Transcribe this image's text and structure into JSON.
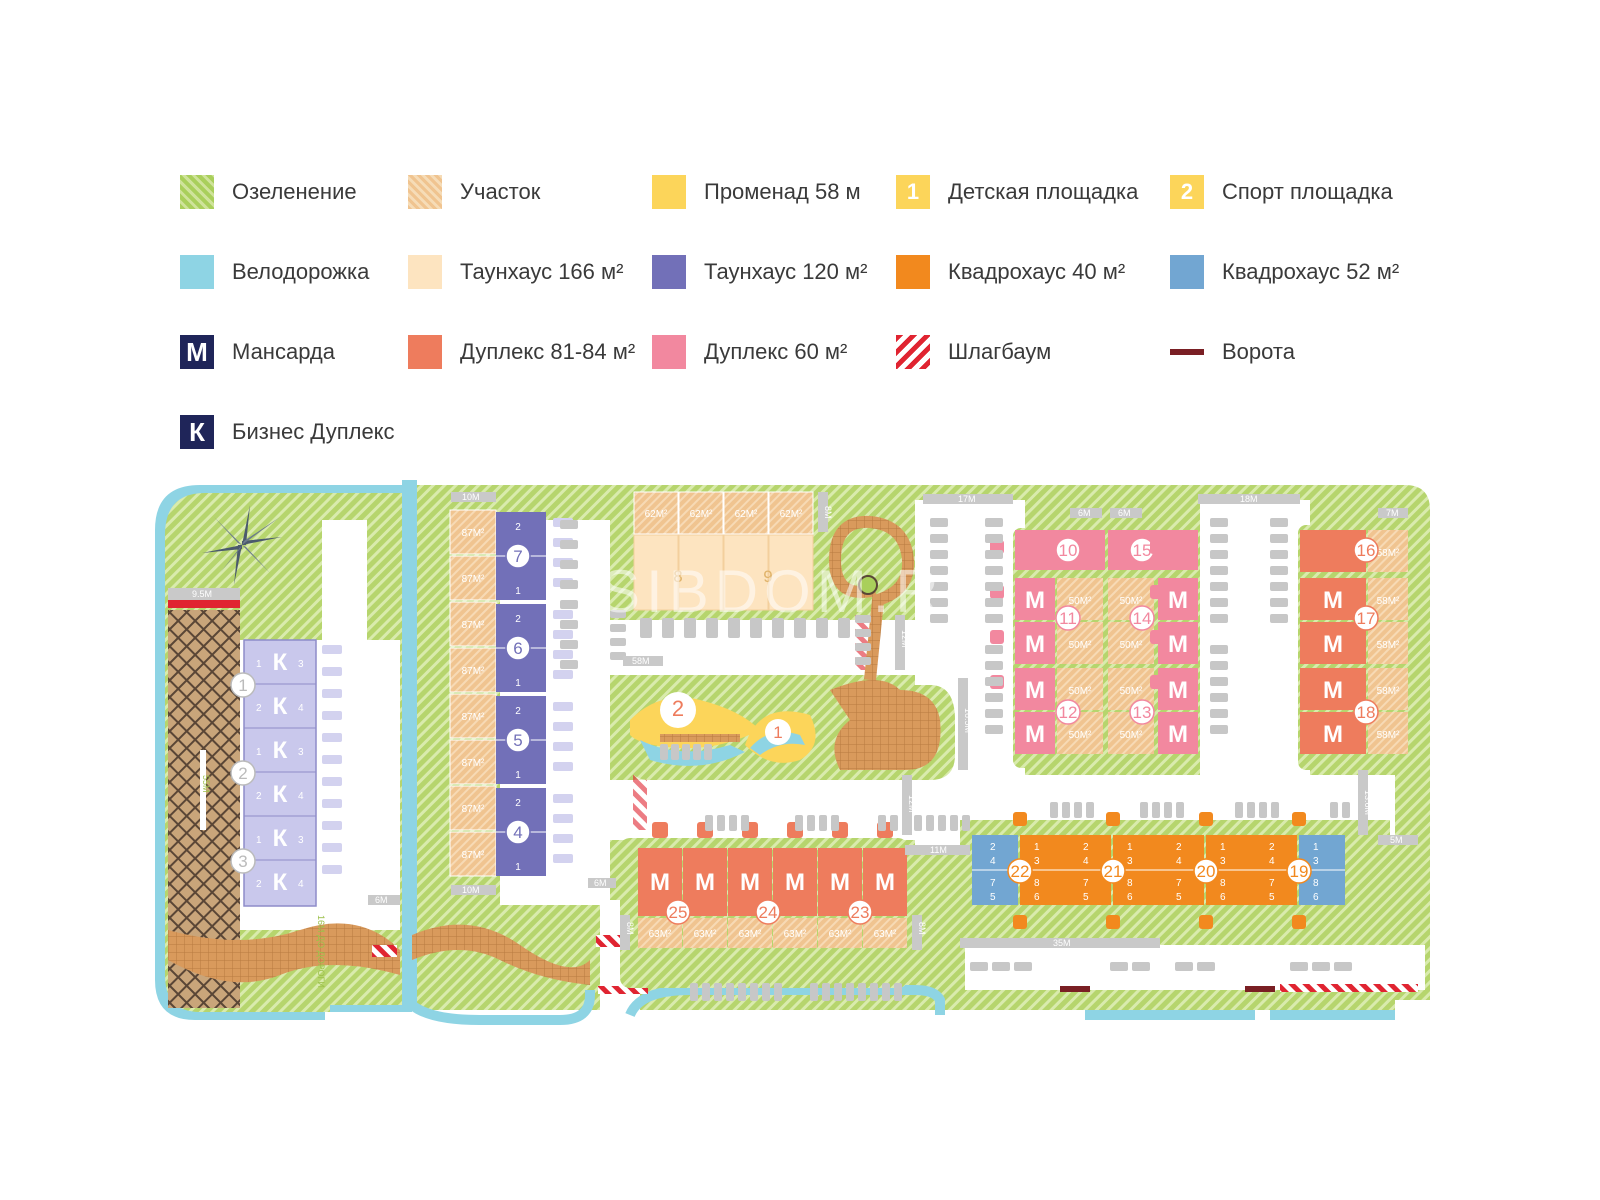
{
  "legend": [
    {
      "label": "Озеленение",
      "swatch": "green"
    },
    {
      "label": "Участок",
      "swatch": "plot"
    },
    {
      "label": "Променад 58 м",
      "swatch": "yellow"
    },
    {
      "label": "Детская площадка",
      "swatch": "yellow",
      "glyph": "1"
    },
    {
      "label": "Спорт площадка",
      "swatch": "yellow",
      "glyph": "2"
    },
    {
      "label": "Велодорожка",
      "swatch": "cyan"
    },
    {
      "label": "Таунхаус 166 м²",
      "swatch": "cream"
    },
    {
      "label": "Таунхаус 120 м²",
      "swatch": "violet"
    },
    {
      "label": "Квадрохаус 40 м²",
      "swatch": "orange"
    },
    {
      "label": "Квадрохаус 52 м²",
      "swatch": "blue"
    },
    {
      "label": "Мансарда",
      "swatch": "navy",
      "glyph": "M"
    },
    {
      "label": "Дуплекс 81-84 м²",
      "swatch": "salmon"
    },
    {
      "label": "Дуплекс 60 м²",
      "swatch": "pink"
    },
    {
      "label": "Шлагбаум",
      "swatch": "barrier"
    },
    {
      "label": "Ворота",
      "swatch": "gate"
    },
    {
      "label": "Бизнес Дуплекс",
      "swatch": "navy",
      "glyph": "К"
    }
  ],
  "watermark": "SIBDOM.RU",
  "colors": {
    "green": "#a9cf5b",
    "cyan": "#8ed4e4",
    "cream": "#fde4c0",
    "violet": "#7270b8",
    "orange": "#f2891e",
    "blue": "#72a6d2",
    "navy": "#1f2559",
    "salmon": "#ee7c5d",
    "pink": "#f2889f",
    "plot": "#f0c490",
    "gate": "#7a1f24",
    "barrier": "#e02431",
    "lavender": "#c9c8ec",
    "road": "#ffffff"
  },
  "plan": {
    "dims": {
      "d95": "9.5M",
      "d10a": "10M",
      "d10b": "10M",
      "d8": "8M",
      "d17": "17M",
      "d18": "18M",
      "d6a": "6M",
      "d6b": "6M",
      "d7": "7M",
      "d58": "58M",
      "d12": "12M",
      "d165": "16.5M",
      "d12b": "12M",
      "d11": "11M",
      "d136": "13.6M",
      "d5": "5M",
      "d35": "35M",
      "d6c": "6M",
      "d6d": "6M",
      "d8b": "8M",
      "d8c": "8M",
      "dRoad": "16M ДО ДОРОГИ",
      "d55": "55M"
    },
    "business_duplex": {
      "letter": "К",
      "groups": [
        "1",
        "2",
        "3"
      ],
      "units": [
        "1",
        "3",
        "2",
        "4"
      ]
    },
    "townhouse120": {
      "groups": [
        "7",
        "6",
        "5",
        "4"
      ],
      "plot_area": "87M²",
      "unit_top": "2",
      "unit_bottom": "1"
    },
    "townhouse166": {
      "numbers": [
        "8",
        "9"
      ],
      "plot_area": "62M²"
    },
    "playground": {
      "kids": "1",
      "sport": "2"
    },
    "duplex60": {
      "groups": [
        "10",
        "11",
        "12",
        "15",
        "14",
        "13"
      ],
      "plot_area": "50M²",
      "letter": "M"
    },
    "duplex84": {
      "groups": [
        "16",
        "17",
        "18"
      ],
      "plot_area": "58M²",
      "letter": "M"
    },
    "duplex_south": {
      "groups": [
        "25",
        "24",
        "23"
      ],
      "plot_area": "63M²",
      "letter": "M"
    },
    "quadro": {
      "groups": [
        "22",
        "21",
        "20",
        "19"
      ],
      "units": [
        "2",
        "1",
        "4",
        "3",
        "7",
        "8",
        "5",
        "6"
      ]
    }
  }
}
